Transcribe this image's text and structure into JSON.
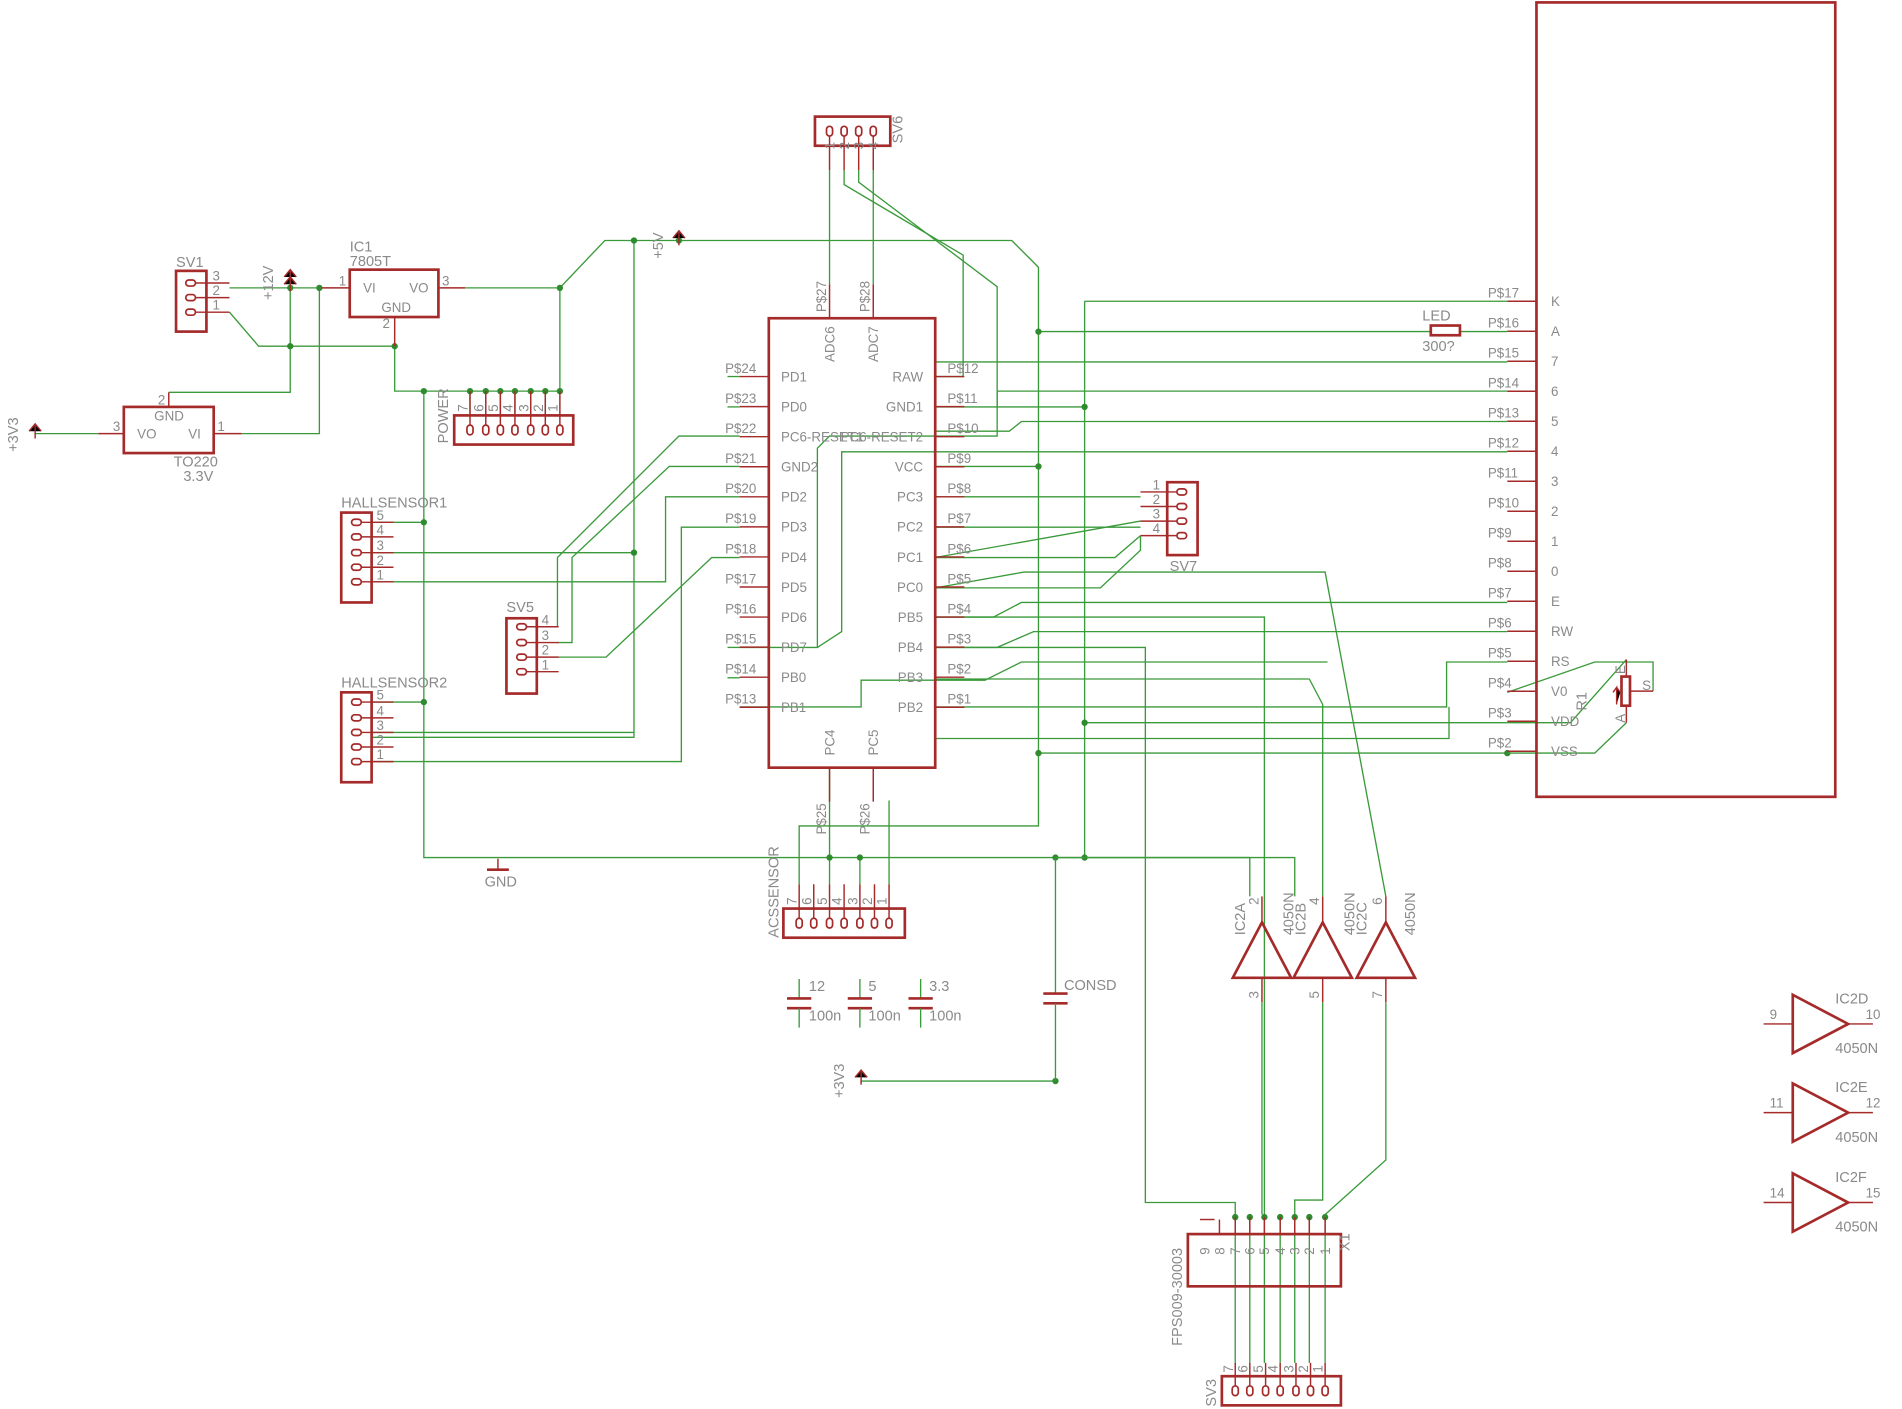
{
  "parts": {
    "sv1": {
      "name": "SV1",
      "pins": [
        "3",
        "2",
        "1"
      ]
    },
    "ic1": {
      "name": "IC1",
      "value": "7805T",
      "vi": "VI",
      "vo": "VO",
      "gnd": "GND",
      "p1": "1",
      "p2": "2",
      "p3": "3"
    },
    "to220": {
      "value": "TO220",
      "volt": "3.3V",
      "gnd": "GND",
      "vo": "VO",
      "vi": "VI",
      "p1": "1",
      "p2": "2",
      "p3": "3"
    },
    "power": {
      "name": "POWER",
      "pins": [
        "7",
        "6",
        "5",
        "4",
        "3",
        "2",
        "1"
      ]
    },
    "hall1": {
      "name": "HALLSENSOR1",
      "pins": [
        "5",
        "4",
        "3",
        "2",
        "1"
      ]
    },
    "hall2": {
      "name": "HALLSENSOR2",
      "pins": [
        "5",
        "4",
        "3",
        "2",
        "1"
      ]
    },
    "sv5": {
      "name": "SV5",
      "pins": [
        "4",
        "3",
        "2",
        "1"
      ]
    },
    "sv6": {
      "name": "SV6",
      "pins": [
        "1",
        "2",
        "3",
        "4"
      ]
    },
    "sv7": {
      "name": "SV7",
      "pins": [
        "1",
        "2",
        "3",
        "4"
      ]
    },
    "sv3": {
      "name": "SV3",
      "pins": [
        "7",
        "6",
        "5",
        "4",
        "3",
        "2",
        "1"
      ]
    },
    "x1": {
      "name": "X1",
      "value": "FPS009-30003",
      "pins": [
        "9",
        "8",
        "7",
        "6",
        "5",
        "4",
        "3",
        "2",
        "1"
      ]
    },
    "acs": {
      "name": "ACSSENSOR",
      "pins": [
        "7",
        "6",
        "5",
        "4",
        "3",
        "2",
        "1"
      ]
    },
    "mcu": {
      "left_pads": [
        "P$24",
        "P$23",
        "P$22",
        "P$21",
        "P$20",
        "P$19",
        "P$18",
        "P$17",
        "P$16",
        "P$15",
        "P$14",
        "P$13"
      ],
      "left_names": [
        "PD1",
        "PD0",
        "PC6-RESET1",
        "GND2",
        "PD2",
        "PD3",
        "PD4",
        "PD5",
        "PD6",
        "PD7",
        "PB0",
        "PB1"
      ],
      "right_pads": [
        "P$12",
        "P$11",
        "P$10",
        "P$9",
        "P$8",
        "P$7",
        "P$6",
        "P$5",
        "P$4",
        "P$3",
        "P$2",
        "P$1"
      ],
      "right_names": [
        "RAW",
        "GND1",
        "PC6-RESET2",
        "VCC",
        "PC3",
        "PC2",
        "PC1",
        "PC0",
        "PB5",
        "PB4",
        "PB3",
        "PB2"
      ],
      "top_pads": [
        "P$27",
        "P$28"
      ],
      "top_names": [
        "ADC6",
        "ADC7"
      ],
      "bottom_pads": [
        "P$25",
        "P$26"
      ],
      "bottom_names": [
        "PC4",
        "PC5"
      ]
    },
    "lcd": {
      "pads": [
        "P$17",
        "P$16",
        "P$15",
        "P$14",
        "P$13",
        "P$12",
        "P$11",
        "P$10",
        "P$9",
        "P$8",
        "P$7",
        "P$6",
        "P$5",
        "P$4",
        "P$3",
        "P$2"
      ],
      "names": [
        "K",
        "A",
        "7",
        "6",
        "5",
        "4",
        "3",
        "2",
        "1",
        "0",
        "E",
        "RW",
        "RS",
        "V0",
        "VDD",
        "VSS"
      ]
    },
    "led": {
      "name": "LED",
      "value": "300?"
    },
    "r1": {
      "name": "R1",
      "a": "A",
      "e": "E",
      "s": "S"
    },
    "caps": [
      {
        "name": "12",
        "value": "100n"
      },
      {
        "name": "5",
        "value": "100n"
      },
      {
        "name": "3.3",
        "value": "100n"
      },
      {
        "name": "CONSD",
        "value": ""
      }
    ],
    "ic2a": {
      "name": "IC2A",
      "value": "4050N",
      "in": "3",
      "out": "2"
    },
    "ic2b": {
      "name": "IC2B",
      "value": "4050N",
      "in": "5",
      "out": "4"
    },
    "ic2c": {
      "name": "IC2C",
      "value": "4050N",
      "in": "7",
      "out": "6"
    },
    "ic2d": {
      "name": "IC2D",
      "value": "4050N",
      "in": "9",
      "out": "10"
    },
    "ic2e": {
      "name": "IC2E",
      "value": "4050N",
      "in": "11",
      "out": "12"
    },
    "ic2f": {
      "name": "IC2F",
      "value": "4050N",
      "in": "14",
      "out": "15"
    }
  },
  "supplies": {
    "v12": "+12V",
    "v5": "+5V",
    "v33_left": "+3V3",
    "v33_bottom": "+3V3",
    "gnd": "GND"
  }
}
